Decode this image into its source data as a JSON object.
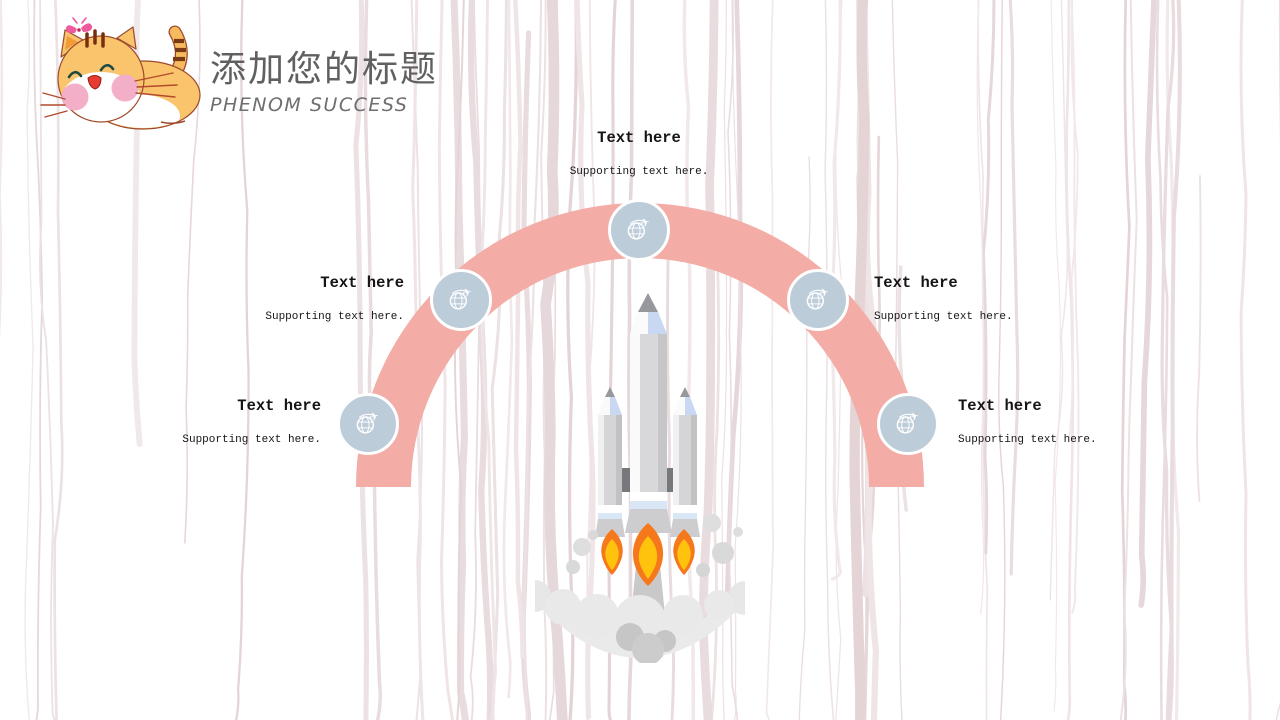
{
  "slide": {
    "title": "添加您的标题",
    "subtitle": "PHENOM SUCCESS"
  },
  "diagram": {
    "nodes": [
      {
        "position": "top",
        "title": "Text here",
        "supporting": "Supporting text here."
      },
      {
        "position": "left-middle",
        "title": "Text here",
        "supporting": "Supporting text here."
      },
      {
        "position": "right-middle",
        "title": "Text here",
        "supporting": "Supporting text here."
      },
      {
        "position": "bottom-left",
        "title": "Text here",
        "supporting": "Supporting text here."
      },
      {
        "position": "bottom-right",
        "title": "Text here",
        "supporting": "Supporting text here."
      }
    ],
    "node_icon": "globe-airplane-icon"
  },
  "colors": {
    "arch_pink": "#f3aca6",
    "node_blue": "#bdccd9",
    "flame_orange": "#f5781d",
    "flame_yellow": "#ffc20d",
    "title_gray": "#606060"
  }
}
